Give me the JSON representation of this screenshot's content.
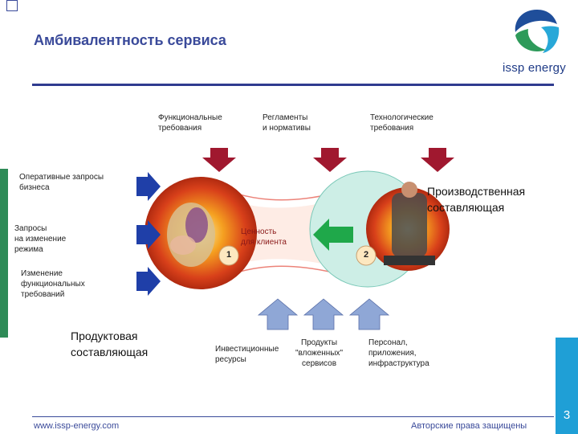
{
  "title": "Амбивалентность сервиса",
  "logo": {
    "text": "issp energy",
    "icon": "issp-logo-swirl-icon"
  },
  "top_inputs": [
    "Функциональные\nтребования",
    "Регламенты\nи нормативы",
    "Технологические\nтребования"
  ],
  "left_inputs": [
    "Оперативные запросы\nбизнеса",
    "Запросы\nна изменение\nрежима",
    "Изменение\nфункциональных\nтребований"
  ],
  "bottom_inputs": [
    "Инвестиционные\nресурсы",
    "Продукты\n\"вложенных\"\nсервисов",
    "Персонал,\nприложения,\nинфраструктура"
  ],
  "product_component": "Продуктовая\nсоставляющая",
  "production_component": "Производственная\nсоставляющая",
  "center_label": "Ценность\nдля клиента",
  "circle_labels": [
    "1",
    "2"
  ],
  "footer": {
    "website": "www.issp-energy.com",
    "copyright": "Авторские права защищены",
    "slide_number": "3"
  },
  "colors": {
    "accent": "#3a4a9a",
    "arrow_down": "#a0182f",
    "arrow_left": "#1f3fa8",
    "arrow_up": "#8fa7d6",
    "center_arrow": "#1fa84a",
    "side_bar": "#2e8b57",
    "slide_bar": "#1f9fd6"
  }
}
